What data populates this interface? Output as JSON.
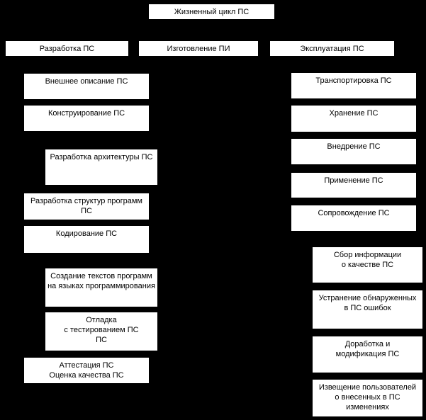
{
  "colors": {
    "background": "#000000",
    "box_fill": "#ffffff",
    "box_text": "#000000"
  },
  "diagram": {
    "root": {
      "label": "Жизненный цикл ПС"
    },
    "phases": [
      {
        "label": "Разработка ПС"
      },
      {
        "label": "Изготовление ПИ"
      },
      {
        "label": "Эксплуатация ПС"
      }
    ],
    "development_steps": [
      {
        "label": "Внешнее описание ПС"
      },
      {
        "label": "Конструирование ПС"
      },
      {
        "label": "Разработка архитектуры ПС"
      },
      {
        "label": "Разработка структур программ ПС"
      },
      {
        "label": "Кодирование ПС"
      },
      {
        "label": "Создание текстов программ\nна языках программирования"
      },
      {
        "label": "Отладка\nс тестированием ПС\nПС"
      },
      {
        "label": "Аттестация ПС\nОценка качества ПС"
      }
    ],
    "exploitation_steps": [
      {
        "label": "Транспортировка ПС"
      },
      {
        "label": "Хранение ПС"
      },
      {
        "label": "Внедрение ПС"
      },
      {
        "label": "Применение ПС"
      },
      {
        "label": "Сопровождение ПС"
      }
    ],
    "maintenance_steps": [
      {
        "label": "Сбор информации\nо качестве ПС"
      },
      {
        "label": "Устранение обнаруженных\nв ПС ошибок"
      },
      {
        "label": "Доработка и\nмодификация ПС"
      },
      {
        "label": "Извещение пользователей\nо внесенных в ПС изменениях"
      }
    ]
  }
}
